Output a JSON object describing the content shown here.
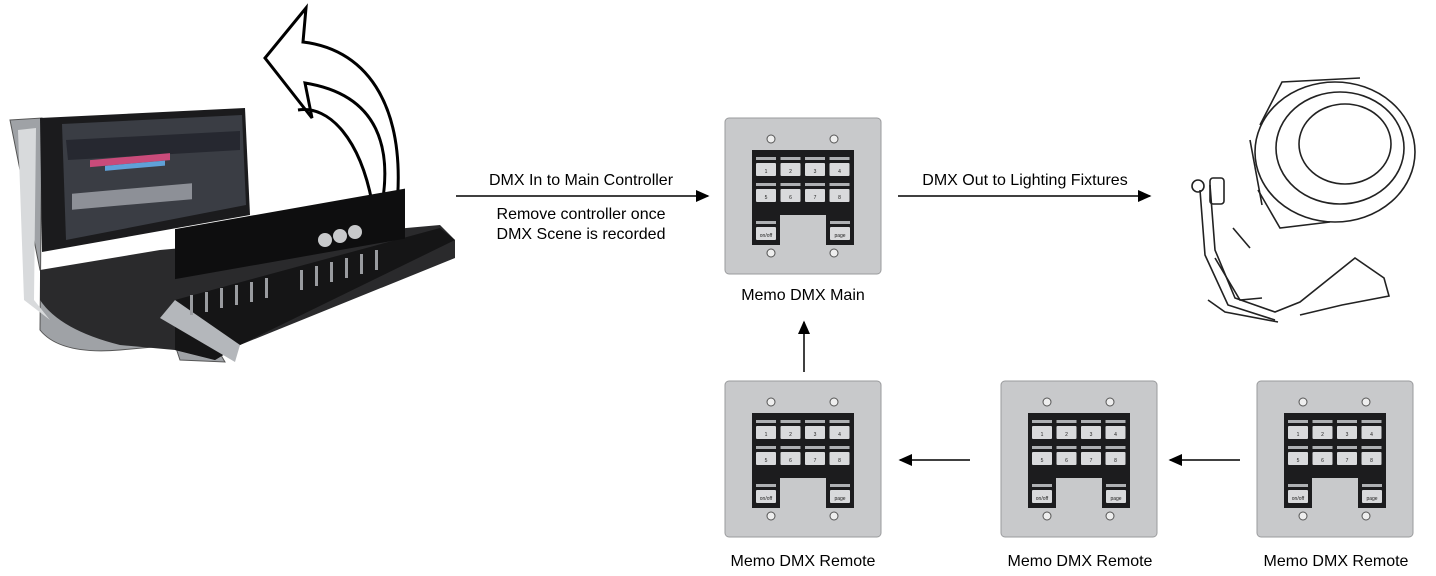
{
  "labels": {
    "dmx_in": "DMX In to Main Controller",
    "remove_note_line1": "Remove controller once",
    "remove_note_line2": "DMX Scene is recorded",
    "dmx_out": "DMX Out to Lighting Fixtures",
    "main_unit": "Memo DMX Main",
    "remote_1": "Memo DMX Remote",
    "remote_2": "Memo DMX Remote",
    "remote_3": "Memo DMX Remote"
  },
  "keypad": {
    "top_keys": [
      "1",
      "2",
      "3",
      "4"
    ],
    "mid_keys": [
      "5",
      "6",
      "7",
      "8"
    ],
    "bottom_left": "on/off",
    "bottom_right": "page"
  },
  "colors": {
    "plate": "#c8c9cb",
    "key_dark": "#1c1c1e",
    "key_face": "#d9dadc",
    "arrow": "#000000"
  }
}
